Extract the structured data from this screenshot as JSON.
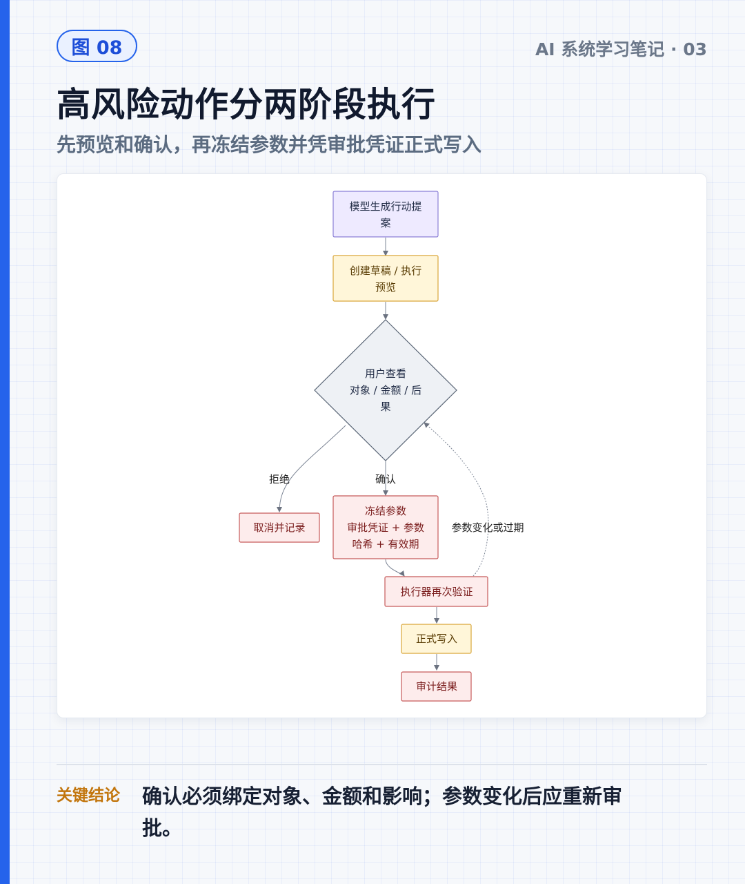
{
  "header": {
    "figure_badge": "图 08",
    "series": "AI 系统学习笔记 · 03",
    "title": "高风险动作分两阶段执行",
    "subtitle": "先预览和确认，再冻结参数并凭审批凭证正式写入"
  },
  "diagram": {
    "colors": {
      "purple_fill": "#eeeaff",
      "purple_stroke": "#8b7fd6",
      "yellow_fill": "#fff6d9",
      "yellow_stroke": "#d9a63a",
      "red_fill": "#fdecec",
      "red_stroke": "#c65a5a",
      "gray_fill": "#eef1f5",
      "gray_stroke": "#5a6676"
    },
    "nodes": {
      "proposal": [
        "模型生成行动提",
        "案"
      ],
      "preview": [
        "创建草稿 / 执行",
        "预览"
      ],
      "review": [
        "用户查看",
        "对象 / 金额 / 后",
        "果"
      ],
      "cancel": [
        "取消并记录"
      ],
      "freeze": [
        "冻结参数",
        "审批凭证 + 参数",
        "哈希 + 有效期"
      ],
      "reverify": [
        "执行器再次验证"
      ],
      "write": [
        "正式写入"
      ],
      "audit": [
        "审计结果"
      ]
    },
    "edges": {
      "reject": "拒绝",
      "confirm": "确认",
      "changed": "参数变化或过期"
    }
  },
  "conclusion": {
    "label": "关键结论",
    "lines": [
      "确认必须绑定对象、金额和影响；参数变化后应重新审",
      "批。"
    ]
  }
}
